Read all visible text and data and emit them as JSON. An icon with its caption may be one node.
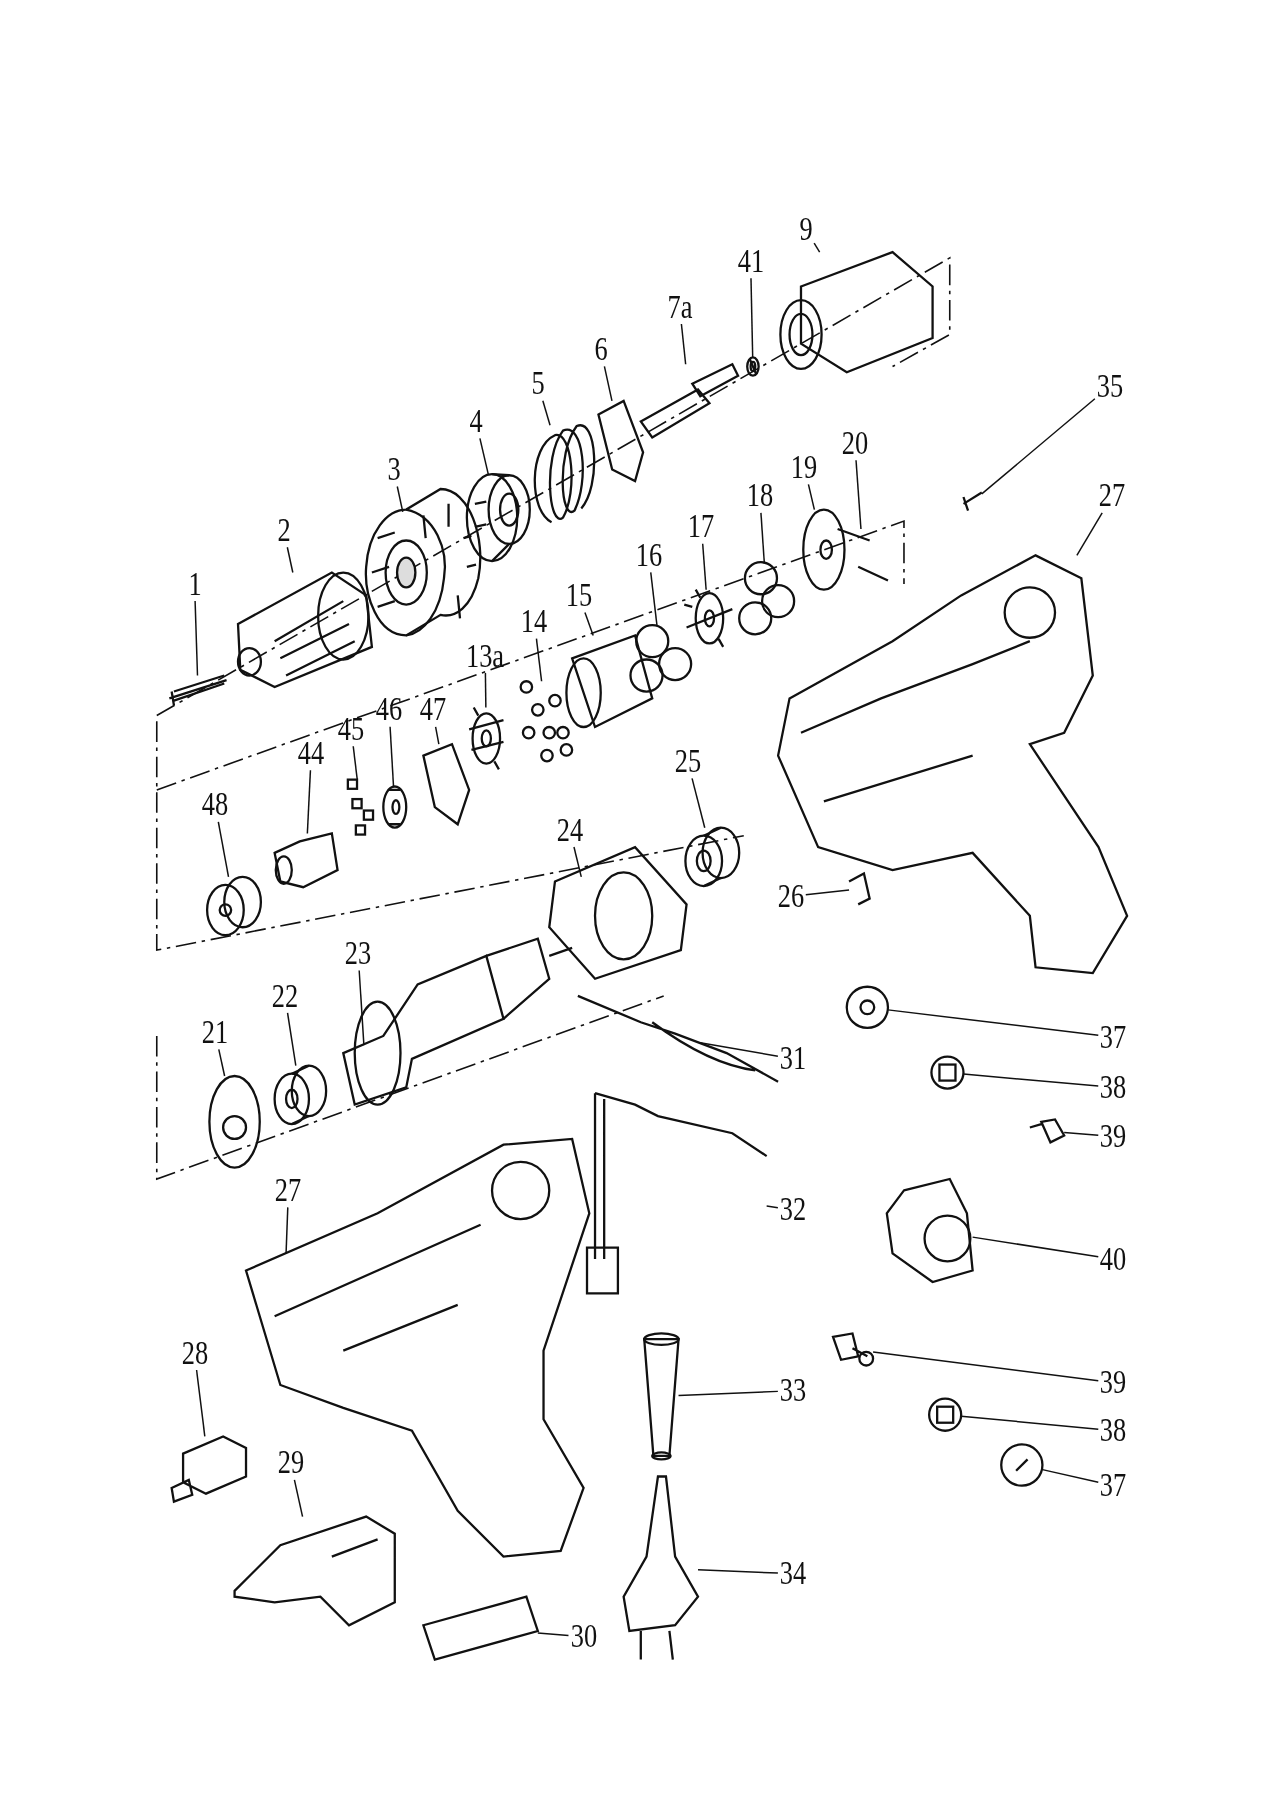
{
  "diagram": {
    "nodes": [
      {
        "text": [
          "9"
        ]
      },
      {
        "text": [
          "41"
        ]
      },
      {
        "text": [
          "7a"
        ]
      },
      {
        "text": [
          "6"
        ]
      },
      {
        "text": [
          "5"
        ]
      },
      {
        "text": [
          "35"
        ]
      },
      {
        "text": [
          "4"
        ]
      },
      {
        "text": [
          "20"
        ]
      },
      {
        "text": [
          "19"
        ]
      },
      {
        "text": [
          "3"
        ]
      },
      {
        "text": [
          "27"
        ]
      },
      {
        "text": [
          "18"
        ]
      },
      {
        "text": [
          "17"
        ]
      },
      {
        "text": [
          "2"
        ]
      },
      {
        "text": [
          "16"
        ]
      },
      {
        "text": [
          "1"
        ]
      },
      {
        "text": [
          "15"
        ]
      },
      {
        "text": [
          "14"
        ]
      },
      {
        "text": [
          "13a"
        ]
      },
      {
        "text": [
          "47"
        ]
      },
      {
        "text": [
          "46"
        ]
      },
      {
        "text": [
          "45"
        ]
      },
      {
        "text": [
          "44"
        ]
      },
      {
        "text": [
          "25"
        ]
      },
      {
        "text": [
          "48"
        ]
      },
      {
        "text": [
          "24"
        ]
      },
      {
        "text": [
          "26"
        ]
      },
      {
        "text": [
          "23"
        ]
      },
      {
        "text": [
          "22"
        ]
      },
      {
        "text": [
          "21"
        ]
      },
      {
        "text": [
          "37"
        ]
      },
      {
        "text": [
          "31"
        ]
      },
      {
        "text": [
          "38"
        ]
      },
      {
        "text": [
          "39"
        ]
      },
      {
        "text": [
          "27"
        ]
      },
      {
        "text": [
          "32"
        ]
      },
      {
        "text": [
          "40"
        ]
      },
      {
        "text": [
          "28"
        ]
      },
      {
        "text": [
          "39"
        ]
      },
      {
        "text": [
          "33"
        ]
      },
      {
        "text": [
          "38"
        ]
      },
      {
        "text": [
          "29"
        ]
      },
      {
        "text": [
          "37"
        ]
      },
      {
        "text": [
          "34"
        ]
      },
      {
        "text": [
          "30"
        ]
      },
      {
        "text": [],
        "shape": "picture"
      },
      {
        "text": [],
        "shape": "picture"
      },
      {
        "text": [],
        "shape": "picture"
      },
      {
        "text": [],
        "shape": "picture"
      },
      {
        "text": [],
        "shape": "picture"
      },
      {
        "text": [],
        "shape": "picture"
      },
      {
        "text": [],
        "shape": "picture"
      },
      {
        "text": [],
        "shape": "picture"
      },
      {
        "text": [],
        "shape": "picture"
      },
      {
        "text": [],
        "shape": "picture"
      },
      {
        "text": [],
        "shape": "picture"
      },
      {
        "text": [],
        "shape": "picture"
      },
      {
        "text": [],
        "shape": "picture"
      },
      {
        "text": [],
        "shape": "picture"
      },
      {
        "text": [],
        "shape": "picture"
      },
      {
        "text": [],
        "shape": "picture"
      },
      {
        "text": [],
        "shape": "picture"
      },
      {
        "text": [],
        "shape": "picture"
      },
      {
        "text": [],
        "shape": "picture"
      },
      {
        "text": [],
        "shape": "picture"
      },
      {
        "text": [],
        "shape": "picture"
      },
      {
        "text": [],
        "shape": "picture"
      },
      {
        "text": [],
        "shape": "picture"
      },
      {
        "text": [],
        "shape": "picture"
      },
      {
        "text": [],
        "shape": "picture"
      },
      {
        "text": [],
        "shape": "picture"
      },
      {
        "text": [],
        "shape": "picture"
      },
      {
        "text": [],
        "shape": "picture"
      },
      {
        "text": [],
        "shape": "picture"
      },
      {
        "text": [],
        "shape": "picture"
      },
      {
        "text": [],
        "shape": "picture"
      },
      {
        "text": [],
        "shape": "picture"
      },
      {
        "text": [],
        "shape": "picture"
      },
      {
        "text": [],
        "shape": "picture"
      },
      {
        "text": [],
        "shape": "picture"
      },
      {
        "text": [],
        "shape": "picture"
      },
      {
        "text": [],
        "shape": "picture"
      },
      {
        "text": [],
        "shape": "picture"
      },
      {
        "text": [],
        "shape": "picture"
      },
      {
        "text": [],
        "shape": "picture"
      },
      {
        "text": [],
        "shape": "picture"
      },
      {
        "text": [],
        "shape": "picture"
      },
      {
        "text": [],
        "shape": "picture"
      },
      {
        "text": [],
        "shape": "picture"
      },
      {
        "text": [],
        "shape": "picture"
      }
    ],
    "edges": [
      {
        "from": 0,
        "to": 45,
        "arrow": "none"
      },
      {
        "from": 1,
        "to": 46,
        "arrow": "none"
      },
      {
        "from": 2,
        "to": 47,
        "arrow": "none"
      },
      {
        "from": 3,
        "to": 48,
        "arrow": "none"
      },
      {
        "from": 4,
        "to": 49,
        "arrow": "none"
      },
      {
        "from": 5,
        "to": 50,
        "arrow": "none"
      },
      {
        "from": 6,
        "to": 51,
        "arrow": "none"
      },
      {
        "from": 7,
        "to": 52,
        "arrow": "none"
      },
      {
        "from": 8,
        "to": 53,
        "arrow": "none"
      },
      {
        "from": 9,
        "to": 54,
        "arrow": "none"
      },
      {
        "from": 10,
        "to": 55,
        "arrow": "none"
      },
      {
        "from": 11,
        "to": 56,
        "arrow": "none"
      },
      {
        "from": 12,
        "to": 57,
        "arrow": "none"
      },
      {
        "from": 13,
        "to": 58,
        "arrow": "none"
      },
      {
        "from": 14,
        "to": 59,
        "arrow": "none"
      },
      {
        "from": 15,
        "to": 60,
        "arrow": "none"
      },
      {
        "from": 16,
        "to": 61,
        "arrow": "none"
      },
      {
        "from": 17,
        "to": 62,
        "arrow": "none"
      },
      {
        "from": 18,
        "to": 63,
        "arrow": "none"
      },
      {
        "from": 19,
        "to": 64,
        "arrow": "none"
      },
      {
        "from": 20,
        "to": 65,
        "arrow": "none"
      },
      {
        "from": 21,
        "to": 66,
        "arrow": "none"
      },
      {
        "from": 22,
        "to": 67,
        "arrow": "none"
      },
      {
        "from": 23,
        "to": 68,
        "arrow": "none"
      },
      {
        "from": 24,
        "to": 69,
        "arrow": "none"
      },
      {
        "from": 25,
        "to": 70,
        "arrow": "none"
      },
      {
        "from": 26,
        "to": 71,
        "arrow": "none"
      },
      {
        "from": 27,
        "to": 72,
        "arrow": "none"
      },
      {
        "from": 28,
        "to": 73,
        "arrow": "none"
      },
      {
        "from": 29,
        "to": 74,
        "arrow": "none"
      },
      {
        "from": 30,
        "to": 75,
        "arrow": "none"
      },
      {
        "from": 31,
        "to": 76,
        "arrow": "none"
      },
      {
        "from": 32,
        "to": 77,
        "arrow": "none"
      },
      {
        "from": 33,
        "to": 78,
        "arrow": "none"
      },
      {
        "from": 34,
        "to": 79,
        "arrow": "none"
      },
      {
        "from": 35,
        "to": 80,
        "arrow": "none"
      },
      {
        "from": 36,
        "to": 81,
        "arrow": "none"
      },
      {
        "from": 37,
        "to": 82,
        "arrow": "none"
      },
      {
        "from": 38,
        "to": 83,
        "arrow": "none"
      },
      {
        "from": 39,
        "to": 84,
        "arrow": "none"
      },
      {
        "from": 40,
        "to": 85,
        "arrow": "none"
      },
      {
        "from": 41,
        "to": 86,
        "arrow": "none"
      },
      {
        "from": 42,
        "to": 87,
        "arrow": "none"
      },
      {
        "from": 43,
        "to": 88,
        "arrow": "none"
      },
      {
        "from": 44,
        "to": 89,
        "arrow": "none"
      }
    ]
  }
}
